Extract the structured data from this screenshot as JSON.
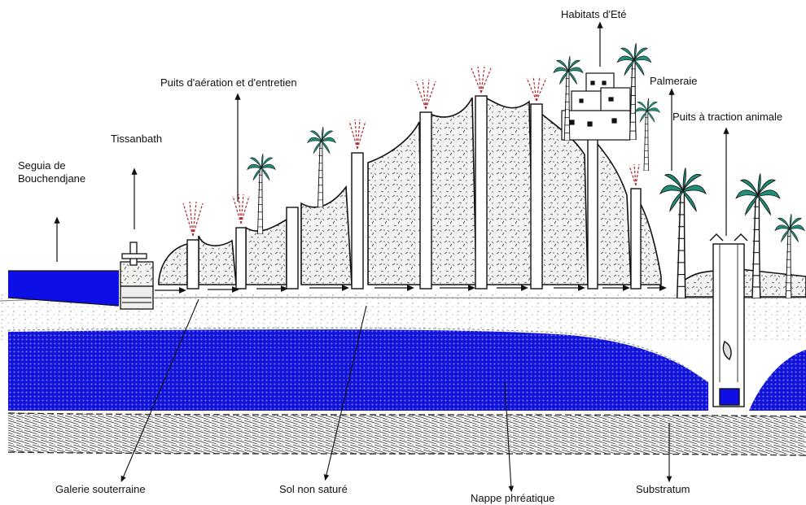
{
  "labels": {
    "seguia": "Seguia de Bouchendjane",
    "tissanbath": "Tissanbath",
    "puits_aeration": "Puits d'aération et d'entretien",
    "habitats": "Habitats d'Eté",
    "palmeraie": "Palmeraie",
    "puits_traction": "Puits à traction animale",
    "galerie": "Galerie souterraine",
    "sol": "Sol non saturé",
    "nappe": "Nappe phréatique",
    "substratum": "Substratum"
  },
  "colors": {
    "water": "#1010d8",
    "water_dot": "#6a7cff",
    "soil_dot": "#8a8a8a",
    "ink": "#111111",
    "shaft_red": "#b0282c",
    "palm_leaf": "#1f8f7a"
  },
  "icons": {
    "palm": "palm-tree-icon",
    "house": "house-icon"
  }
}
